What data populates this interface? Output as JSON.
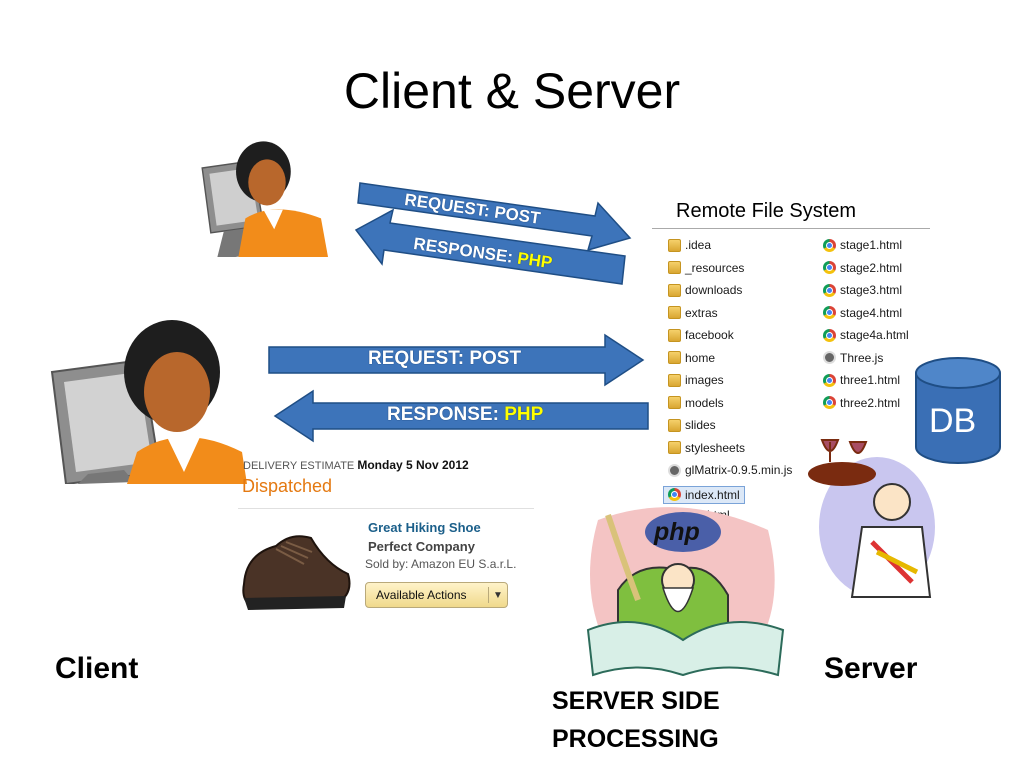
{
  "slide": {
    "title": "Client & Server",
    "client_label": "Client",
    "server_label": "Server",
    "server_side_processing": [
      "SERVER SIDE",
      "PROCESSING"
    ]
  },
  "arrows": {
    "small_request": {
      "prefix": "REQUEST: POST",
      "highlight": ""
    },
    "small_response": {
      "prefix": "RESPONSE: ",
      "highlight": "PHP"
    },
    "big_request": {
      "prefix": "REQUEST: POST",
      "highlight": ""
    },
    "big_response": {
      "prefix": "RESPONSE: ",
      "highlight": "PHP"
    }
  },
  "remote_fs": {
    "title": "Remote File System",
    "left_column": [
      {
        "name": ".idea",
        "type": "folder"
      },
      {
        "name": "_resources",
        "type": "folder"
      },
      {
        "name": "downloads",
        "type": "folder"
      },
      {
        "name": "extras",
        "type": "folder"
      },
      {
        "name": "facebook",
        "type": "folder"
      },
      {
        "name": "home",
        "type": "folder"
      },
      {
        "name": "images",
        "type": "folder"
      },
      {
        "name": "models",
        "type": "folder"
      },
      {
        "name": "slides",
        "type": "folder"
      },
      {
        "name": "stylesheets",
        "type": "folder"
      },
      {
        "name": "glMatrix-0.9.5.min.js",
        "type": "js"
      },
      {
        "name": "index.html",
        "type": "html",
        "selected": true
      },
      {
        "name": "…0.html",
        "type": "html"
      }
    ],
    "right_column": [
      {
        "name": "stage1.html",
        "type": "html"
      },
      {
        "name": "stage2.html",
        "type": "html"
      },
      {
        "name": "stage3.html",
        "type": "html"
      },
      {
        "name": "stage4.html",
        "type": "html"
      },
      {
        "name": "stage4a.html",
        "type": "html"
      },
      {
        "name": "Three.js",
        "type": "js"
      },
      {
        "name": "three1.html",
        "type": "html"
      },
      {
        "name": "three2.html",
        "type": "html"
      }
    ]
  },
  "db": {
    "label": "DB",
    "color": "#3a6fb5"
  },
  "order": {
    "delivery_label": "DELIVERY ESTIMATE",
    "delivery_date": "Monday 5 Nov 2012",
    "status": "Dispatched",
    "product_title": "Great Hiking Shoe",
    "company": "Perfect Company",
    "sold_by": "Sold by: Amazon EU S.a.r.L.",
    "action_button": "Available Actions"
  },
  "logo": {
    "text": "php"
  },
  "colors": {
    "arrow_fill": "#3d74ba",
    "arrow_stroke": "#1f4e85",
    "highlight": "#ffff00",
    "dispatched": "#e47911",
    "link": "#1b5f8a"
  }
}
